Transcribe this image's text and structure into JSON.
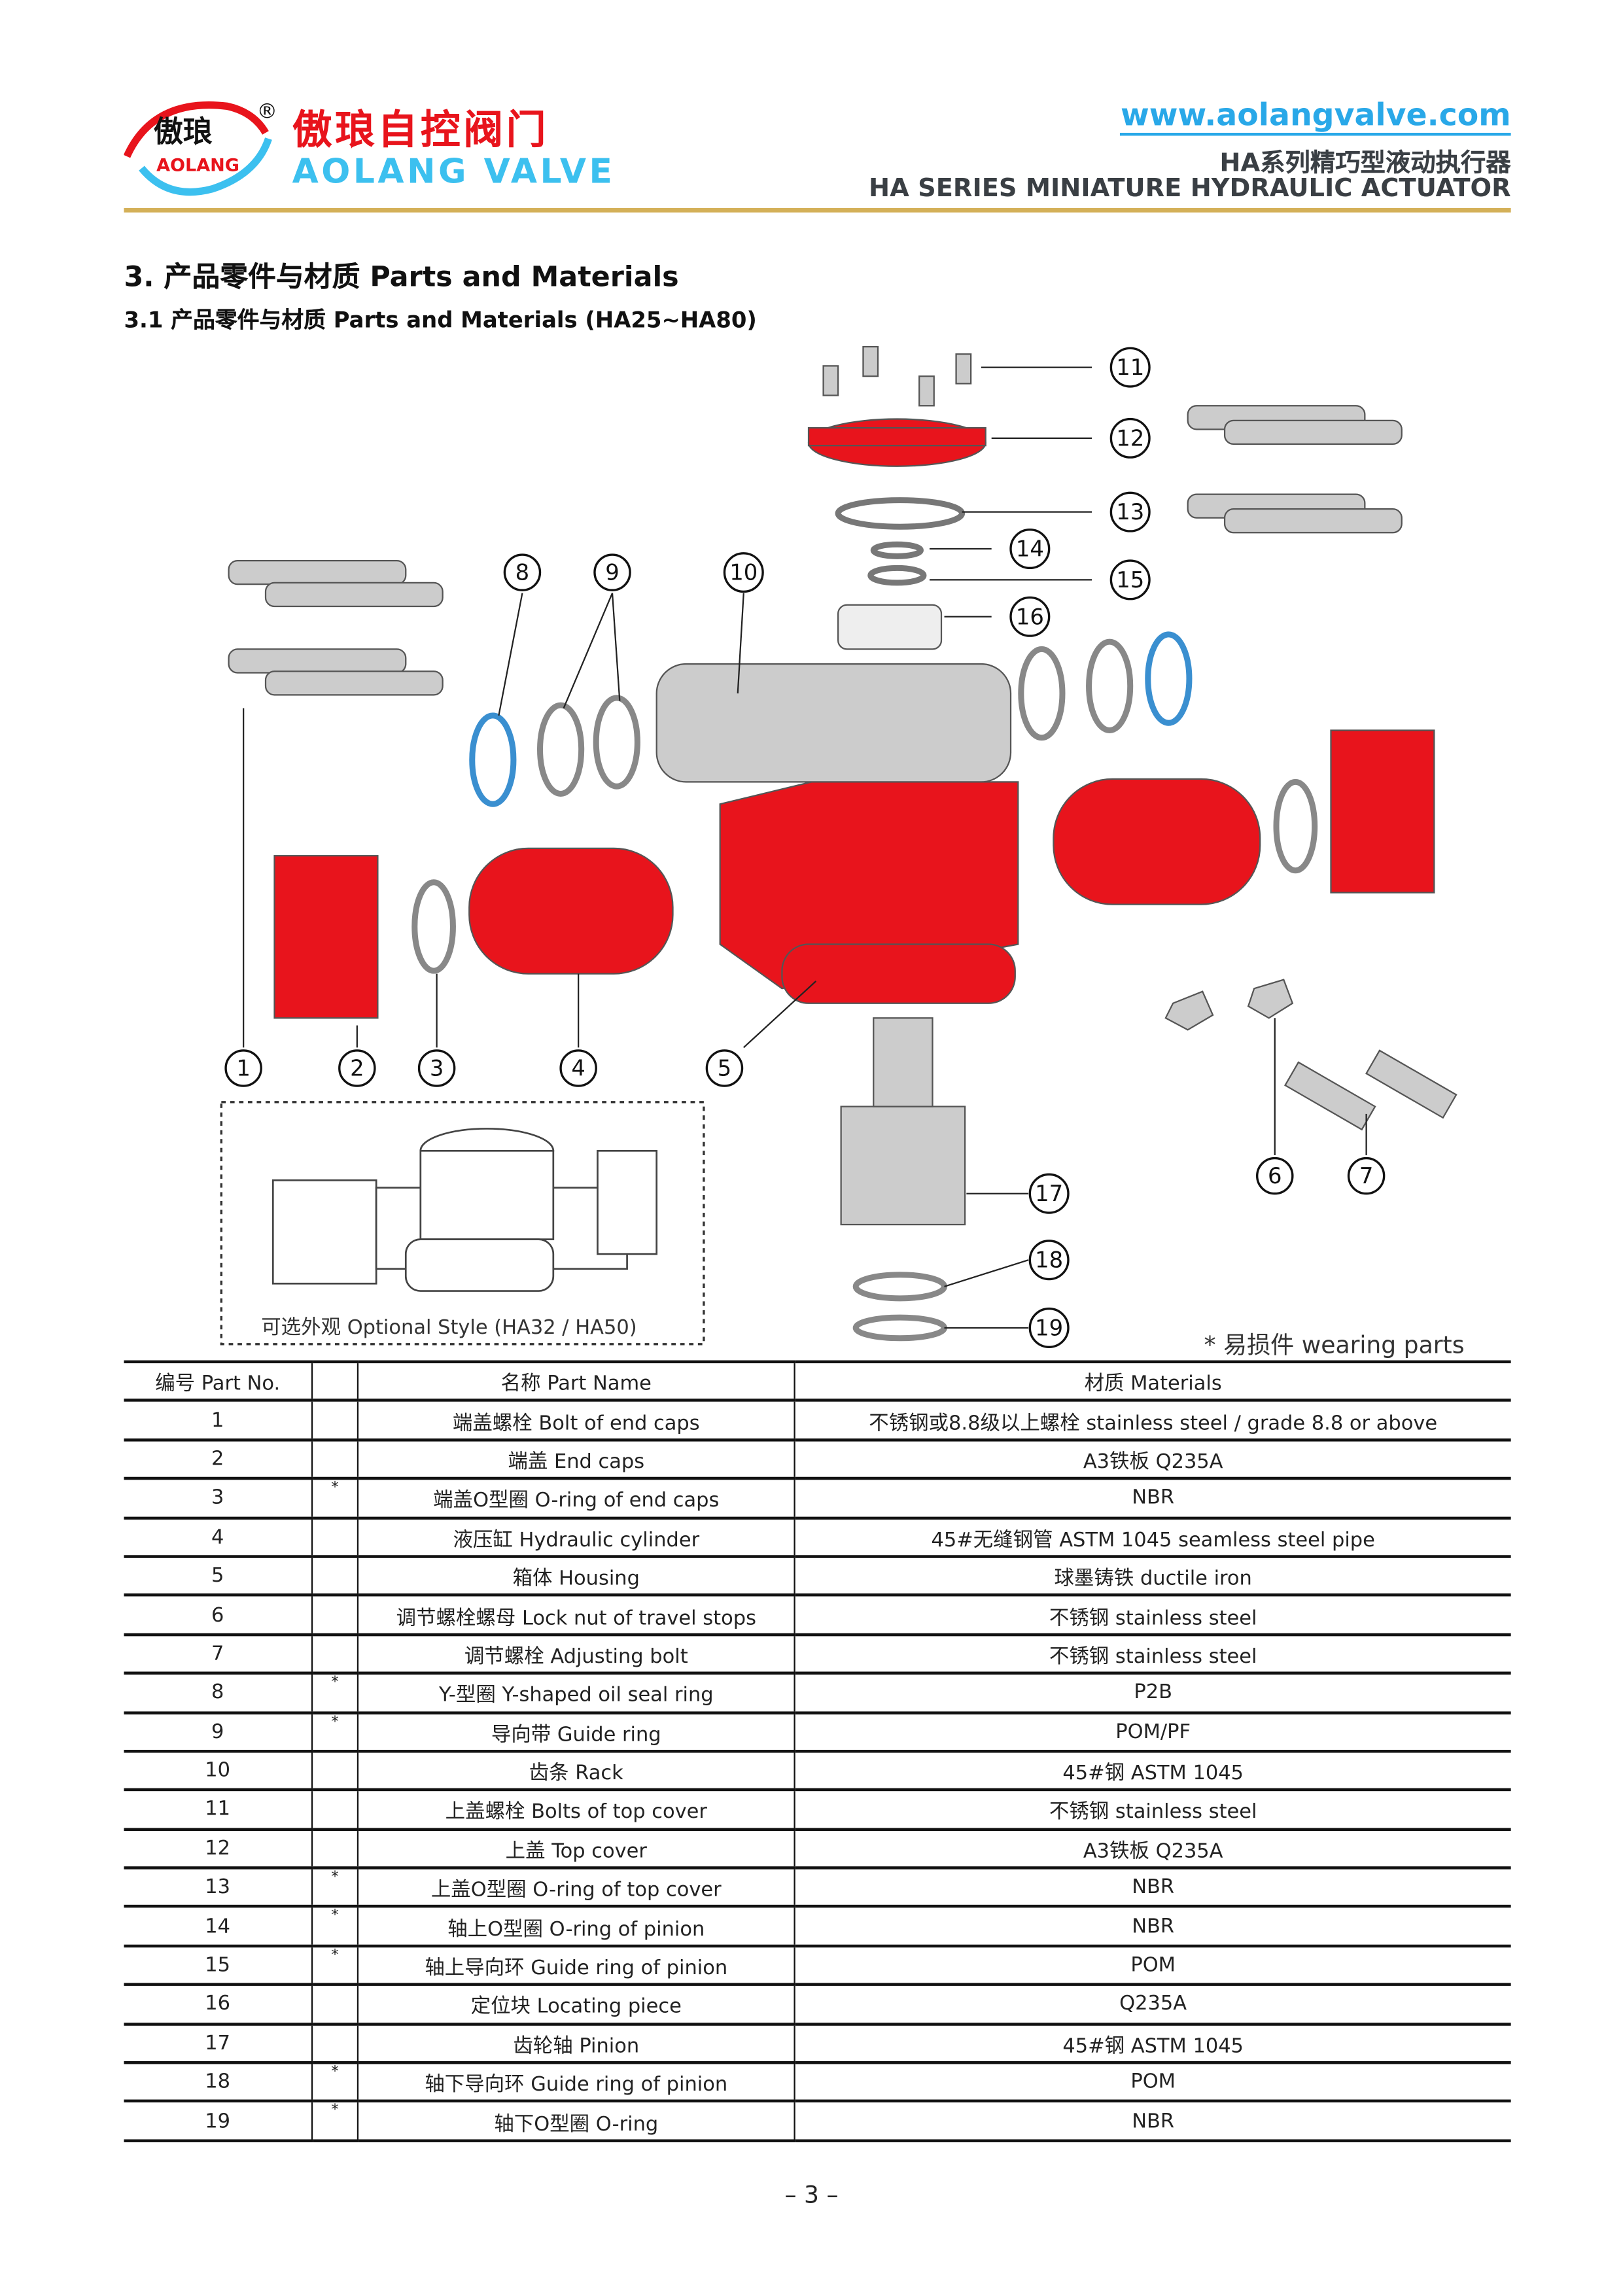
{
  "header": {
    "logo_cn": "傲琅",
    "logo_en": "AOLANG",
    "registered": "®",
    "brand_cn": "傲琅自控阀门",
    "brand_en": "AOLANG VALVE",
    "website": "www.aolangvalve.com",
    "series_cn": "HA系列精巧型液动执行器",
    "series_en": "HA SERIES MINIATURE HYDRAULIC ACTUATOR"
  },
  "section": {
    "title": "3. 产品零件与材质 Parts and Materials",
    "subtitle": "3.1 产品零件与材质 Parts and Materials (HA25~HA80)"
  },
  "diagram": {
    "callouts": [
      "1",
      "2",
      "3",
      "4",
      "5",
      "6",
      "7",
      "8",
      "9",
      "10",
      "11",
      "12",
      "13",
      "14",
      "15",
      "16",
      "17",
      "18",
      "19"
    ],
    "optional_style": "可选外观 Optional Style (HA32 / HA50)",
    "wearing_note": "*  易损件 wearing parts",
    "colors": {
      "part_red": "#e8141c",
      "seal_blue": "#3a8fd0",
      "gold": "#d4b058"
    }
  },
  "table": {
    "headers": [
      "编号 Part No.",
      "",
      "名称 Part Name",
      "材质 Materials"
    ],
    "rows": [
      [
        "1",
        "",
        "端盖螺栓 Bolt of end caps",
        "不锈钢或8.8级以上螺栓 stainless steel / grade 8.8 or above"
      ],
      [
        "2",
        "",
        "端盖 End caps",
        "A3铁板 Q235A"
      ],
      [
        "3",
        "*",
        "端盖O型圈 O-ring of end caps",
        "NBR"
      ],
      [
        "4",
        "",
        "液压缸 Hydraulic cylinder",
        "45#无缝钢管 ASTM 1045 seamless steel pipe"
      ],
      [
        "5",
        "",
        "箱体 Housing",
        "球墨铸铁 ductile iron"
      ],
      [
        "6",
        "",
        "调节螺栓螺母 Lock nut of travel stops",
        "不锈钢 stainless steel"
      ],
      [
        "7",
        "",
        "调节螺栓 Adjusting bolt",
        "不锈钢 stainless steel"
      ],
      [
        "8",
        "*",
        "Y-型圈 Y-shaped oil seal ring",
        "P2B"
      ],
      [
        "9",
        "*",
        "导向带 Guide ring",
        "POM/PF"
      ],
      [
        "10",
        "",
        "齿条 Rack",
        "45#钢 ASTM 1045"
      ],
      [
        "11",
        "",
        "上盖螺栓 Bolts of top cover",
        "不锈钢 stainless steel"
      ],
      [
        "12",
        "",
        "上盖 Top cover",
        "A3铁板 Q235A"
      ],
      [
        "13",
        "*",
        "上盖O型圈 O-ring of top cover",
        "NBR"
      ],
      [
        "14",
        "*",
        "轴上O型圈 O-ring of pinion",
        "NBR"
      ],
      [
        "15",
        "*",
        "轴上导向环 Guide ring of pinion",
        "POM"
      ],
      [
        "16",
        "",
        "定位块 Locating piece",
        "Q235A"
      ],
      [
        "17",
        "",
        "齿轮轴 Pinion",
        "45#钢 ASTM 1045"
      ],
      [
        "18",
        "*",
        "轴下导向环 Guide ring of pinion",
        "POM"
      ],
      [
        "19",
        "*",
        "轴下O型圈 O-ring",
        "NBR"
      ]
    ]
  },
  "footer": {
    "page": "– 3 –"
  }
}
